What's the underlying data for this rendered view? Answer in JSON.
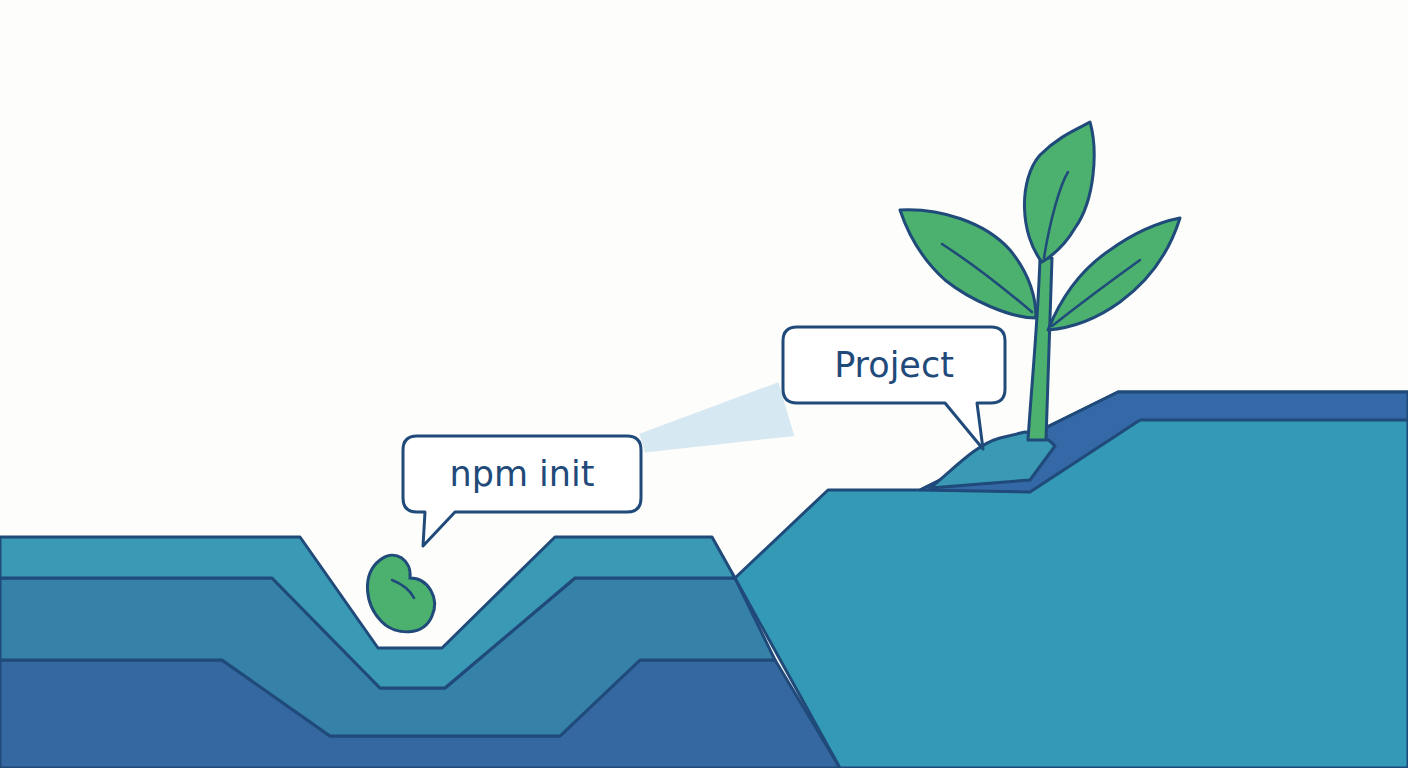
{
  "diagram": {
    "nodes": [
      {
        "text": [
          "npm init"
        ]
      },
      {
        "text": [
          "Project"
        ]
      }
    ],
    "edges": [
      {
        "from": 0,
        "to": 1,
        "arrow": "none"
      }
    ]
  }
}
